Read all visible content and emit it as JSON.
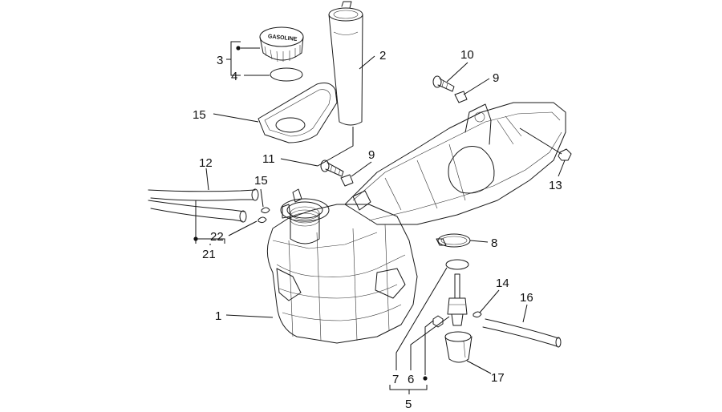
{
  "diagram": {
    "cap_text": "GASOLINE",
    "callouts": {
      "c1": "1",
      "c2": "2",
      "c3": "3",
      "c4": "4",
      "c5": "5",
      "c6": "6",
      "c7": "7",
      "c8": "8",
      "c9a": "9",
      "c9b": "9",
      "c10": "10",
      "c11": "11",
      "c12": "12",
      "c13": "13",
      "c14": "14",
      "c15a": "15",
      "c15b": "15",
      "c16": "16",
      "c17": "17",
      "c21": "21",
      "c22": "22"
    }
  }
}
